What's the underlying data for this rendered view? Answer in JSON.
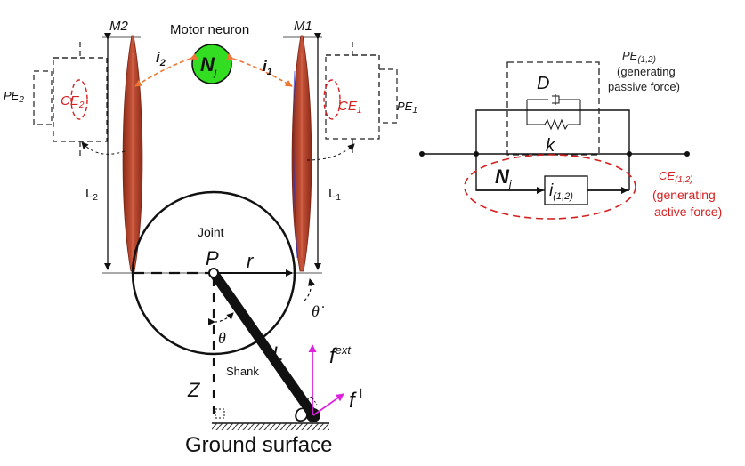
{
  "labels": {
    "motor_neuron": "Motor neuron",
    "neuron_symbol": "N",
    "neuron_sub": "j",
    "m2": "M2",
    "m1": "M1",
    "i2": "i",
    "i2_sub": "2",
    "i1": "i",
    "i1_sub": "1",
    "pe2": "PE",
    "pe2_sub": "2",
    "ce2": "CE",
    "ce2_sub": "2",
    "pe1": "PE",
    "pe1_sub": "1",
    "ce1": "CE",
    "ce1_sub": "1",
    "l2": "L",
    "l2_sub": "2",
    "l1": "L",
    "l1_sub": "1",
    "joint": "Joint",
    "pivot": "P",
    "radius": "r",
    "theta_dot": "θ̇",
    "theta": "θ",
    "length": "L",
    "shank": "Shank",
    "z": "Z",
    "origin": "O",
    "f_ext": "f",
    "f_ext_sup": "ext",
    "f_perp": "f",
    "f_perp_sup": "⊥",
    "ground": "Ground surface"
  },
  "circuit": {
    "pe_label": "PE",
    "pe_sub": "(1,2)",
    "pe_desc1": "(generating",
    "pe_desc2": "passive force)",
    "damper": "D",
    "spring": "k",
    "input": "N",
    "input_sub": "j",
    "current": "i",
    "current_sub": "(1,2)",
    "ce_label": "CE",
    "ce_sub": "(1,2)",
    "ce_desc1": "(generating",
    "ce_desc2": "active force)"
  },
  "colors": {
    "muscle": "#b8442a",
    "neuron": "#33dd22",
    "red_text": "#d42020",
    "arrow_orange": "#ee7733",
    "force_magenta": "#dd22dd"
  }
}
